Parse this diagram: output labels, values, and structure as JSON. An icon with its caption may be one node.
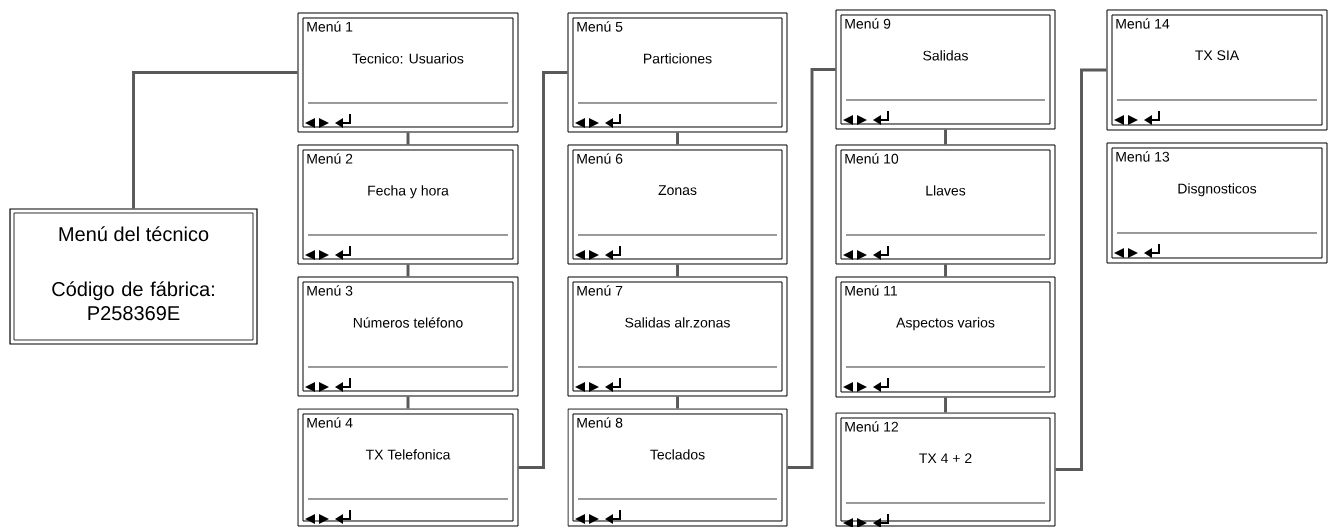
{
  "diagram": {
    "nodes": [
      {
        "text": [
          "Menú del técnico",
          "Código de fábrica: P258369E"
        ]
      },
      {
        "text": [
          "Menú 1",
          "Tecnico: Usuarios"
        ]
      },
      {
        "text": [
          "Menú 2",
          "Fecha y hora"
        ]
      },
      {
        "text": [
          "Menú 3",
          "Números teléfono"
        ]
      },
      {
        "text": [
          "Menú 4",
          "TX Telefonica"
        ]
      },
      {
        "text": [
          "Menú 5",
          "Particiones"
        ]
      },
      {
        "text": [
          "Menú 6",
          "Zonas"
        ]
      },
      {
        "text": [
          "Menú 7",
          "Salidas alr.zonas"
        ]
      },
      {
        "text": [
          "Menú 8",
          "Teclados"
        ]
      },
      {
        "text": [
          "Menú 9",
          "Salidas"
        ]
      },
      {
        "text": [
          "Menú 10",
          "Llaves"
        ]
      },
      {
        "text": [
          "Menú 11",
          "Aspectos varios"
        ]
      },
      {
        "text": [
          "Menú 12",
          "TX 4 + 2"
        ]
      },
      {
        "text": [
          "Menú 14",
          "TX SIA"
        ]
      },
      {
        "text": [
          "Menú 13",
          "Disgnosticos"
        ]
      }
    ],
    "edges": [
      {
        "from": 0,
        "to": 1,
        "arrow": "none"
      },
      {
        "from": 1,
        "to": 2,
        "arrow": "none"
      },
      {
        "from": 2,
        "to": 3,
        "arrow": "none"
      },
      {
        "from": 3,
        "to": 4,
        "arrow": "none"
      },
      {
        "from": 4,
        "to": 5,
        "arrow": "none"
      },
      {
        "from": 5,
        "to": 6,
        "arrow": "none"
      },
      {
        "from": 6,
        "to": 7,
        "arrow": "none"
      },
      {
        "from": 7,
        "to": 8,
        "arrow": "none"
      },
      {
        "from": 8,
        "to": 9,
        "arrow": "none"
      },
      {
        "from": 9,
        "to": 10,
        "arrow": "none"
      },
      {
        "from": 10,
        "to": 11,
        "arrow": "none"
      },
      {
        "from": 11,
        "to": 12,
        "arrow": "none"
      },
      {
        "from": 12,
        "to": 13,
        "arrow": "none"
      }
    ]
  }
}
